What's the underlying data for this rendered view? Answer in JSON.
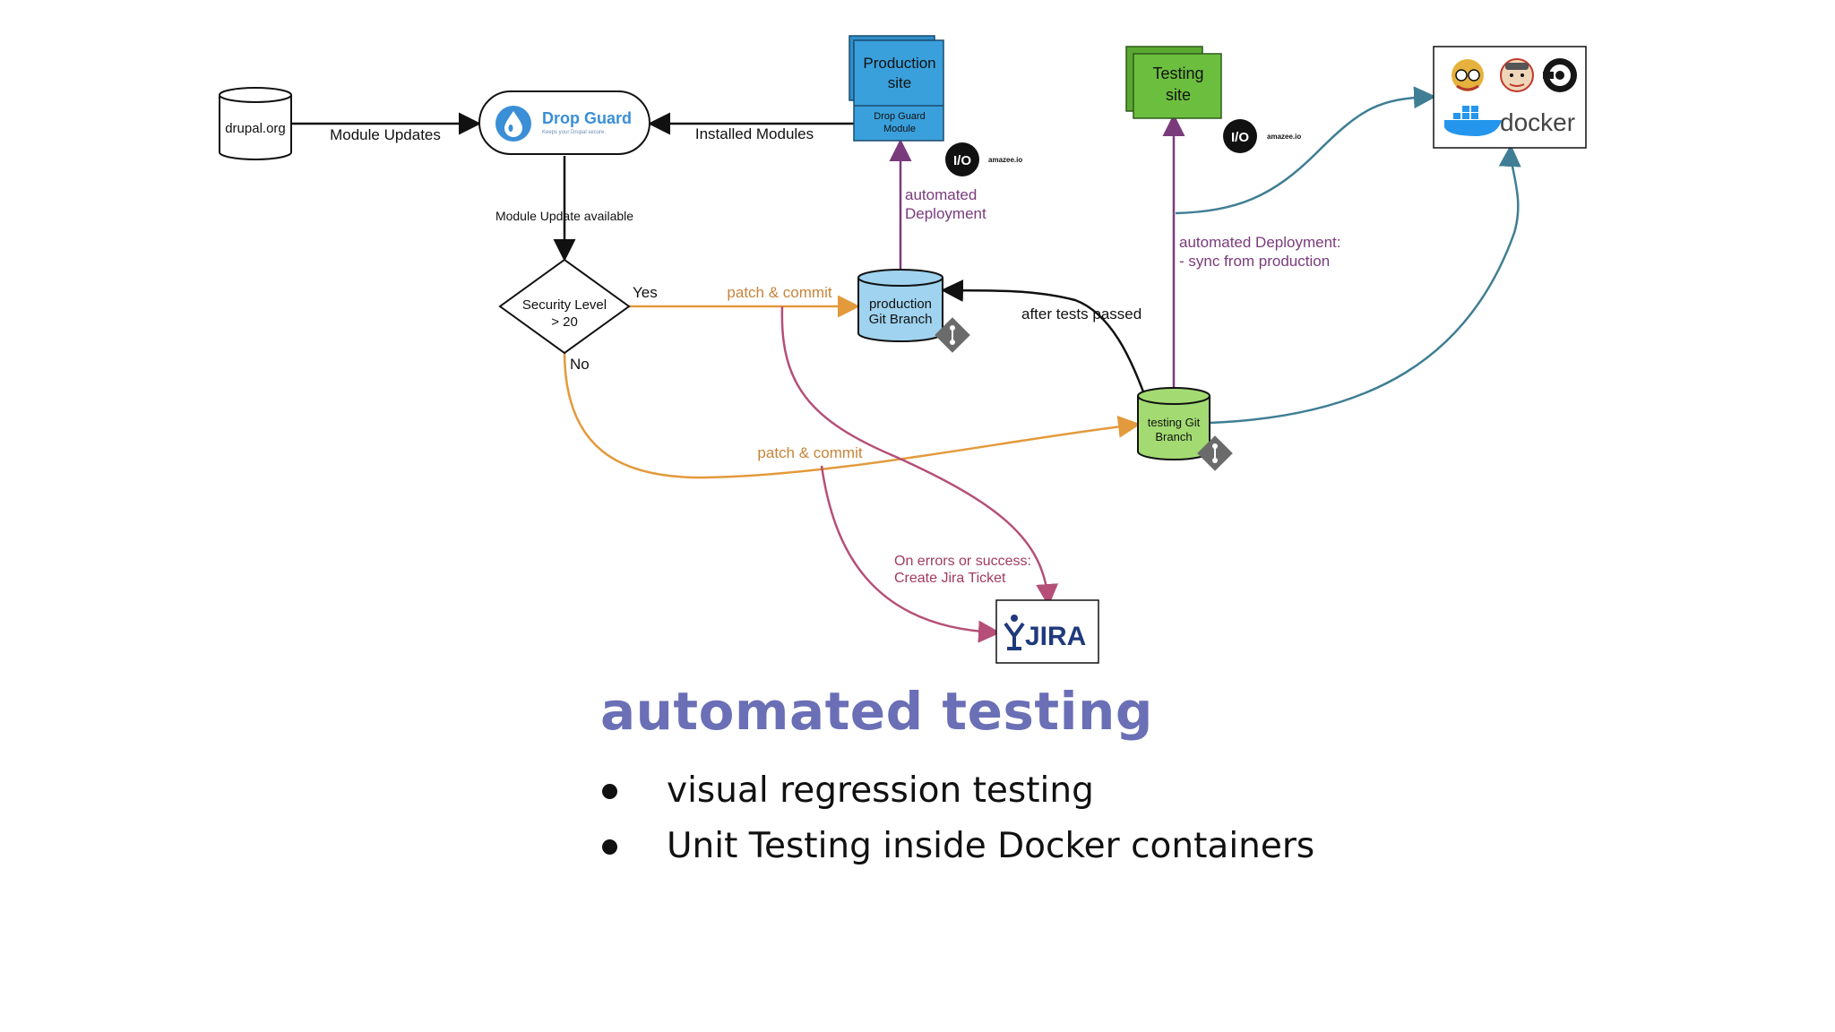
{
  "diagram": {
    "drupal_org": "drupal.org",
    "module_updates": "Module Updates",
    "drop_guard_logo": "Drop Guard",
    "drop_guard_tagline": "Keeps your Drupal secure.",
    "installed_modules": "Installed Modules",
    "production_site": [
      "Production",
      "site"
    ],
    "drop_guard_module": [
      "Drop Guard",
      "Module"
    ],
    "amazee_logo_text": "amazee.io",
    "io_badge": "I/O",
    "testing_site": [
      "Testing",
      "site"
    ],
    "ci_logos": [
      "jenkins-icon",
      "travis-icon",
      "circleci-icon"
    ],
    "docker_text": "docker",
    "module_update_available": "Module Update available",
    "security_level": [
      "Security Level",
      "> 20"
    ],
    "yes_label": "Yes",
    "no_label": "No",
    "patch_commit_1": "patch & commit",
    "patch_commit_2": "patch & commit",
    "production_branch": [
      "production",
      "Git Branch"
    ],
    "automated_deployment": [
      "automated",
      "Deployment"
    ],
    "after_tests_passed": "after tests passed",
    "automated_deployment_sync": [
      "automated Deployment:",
      "- sync from production"
    ],
    "testing_branch": [
      "testing Git",
      "Branch"
    ],
    "jira_note": [
      "On errors or success:",
      "Create Jira Ticket"
    ],
    "jira_text": "JIRA"
  },
  "colors": {
    "orange": "#e39a3c",
    "purple": "#7a3b7c",
    "teal": "#3f7e94",
    "magenta": "#b54f78",
    "prod_blue": "#3aa0dc",
    "prod_branch": "#9fd3ef",
    "testing_green": "#6cbf3e",
    "testing_branch": "#a3db72",
    "title_purple": "#6a6fb6",
    "jira_blue": "#1f3a7c"
  },
  "slide": {
    "title": "automated testing",
    "bullets": [
      "visual regression testing",
      "Unit Testing inside Docker containers"
    ]
  }
}
